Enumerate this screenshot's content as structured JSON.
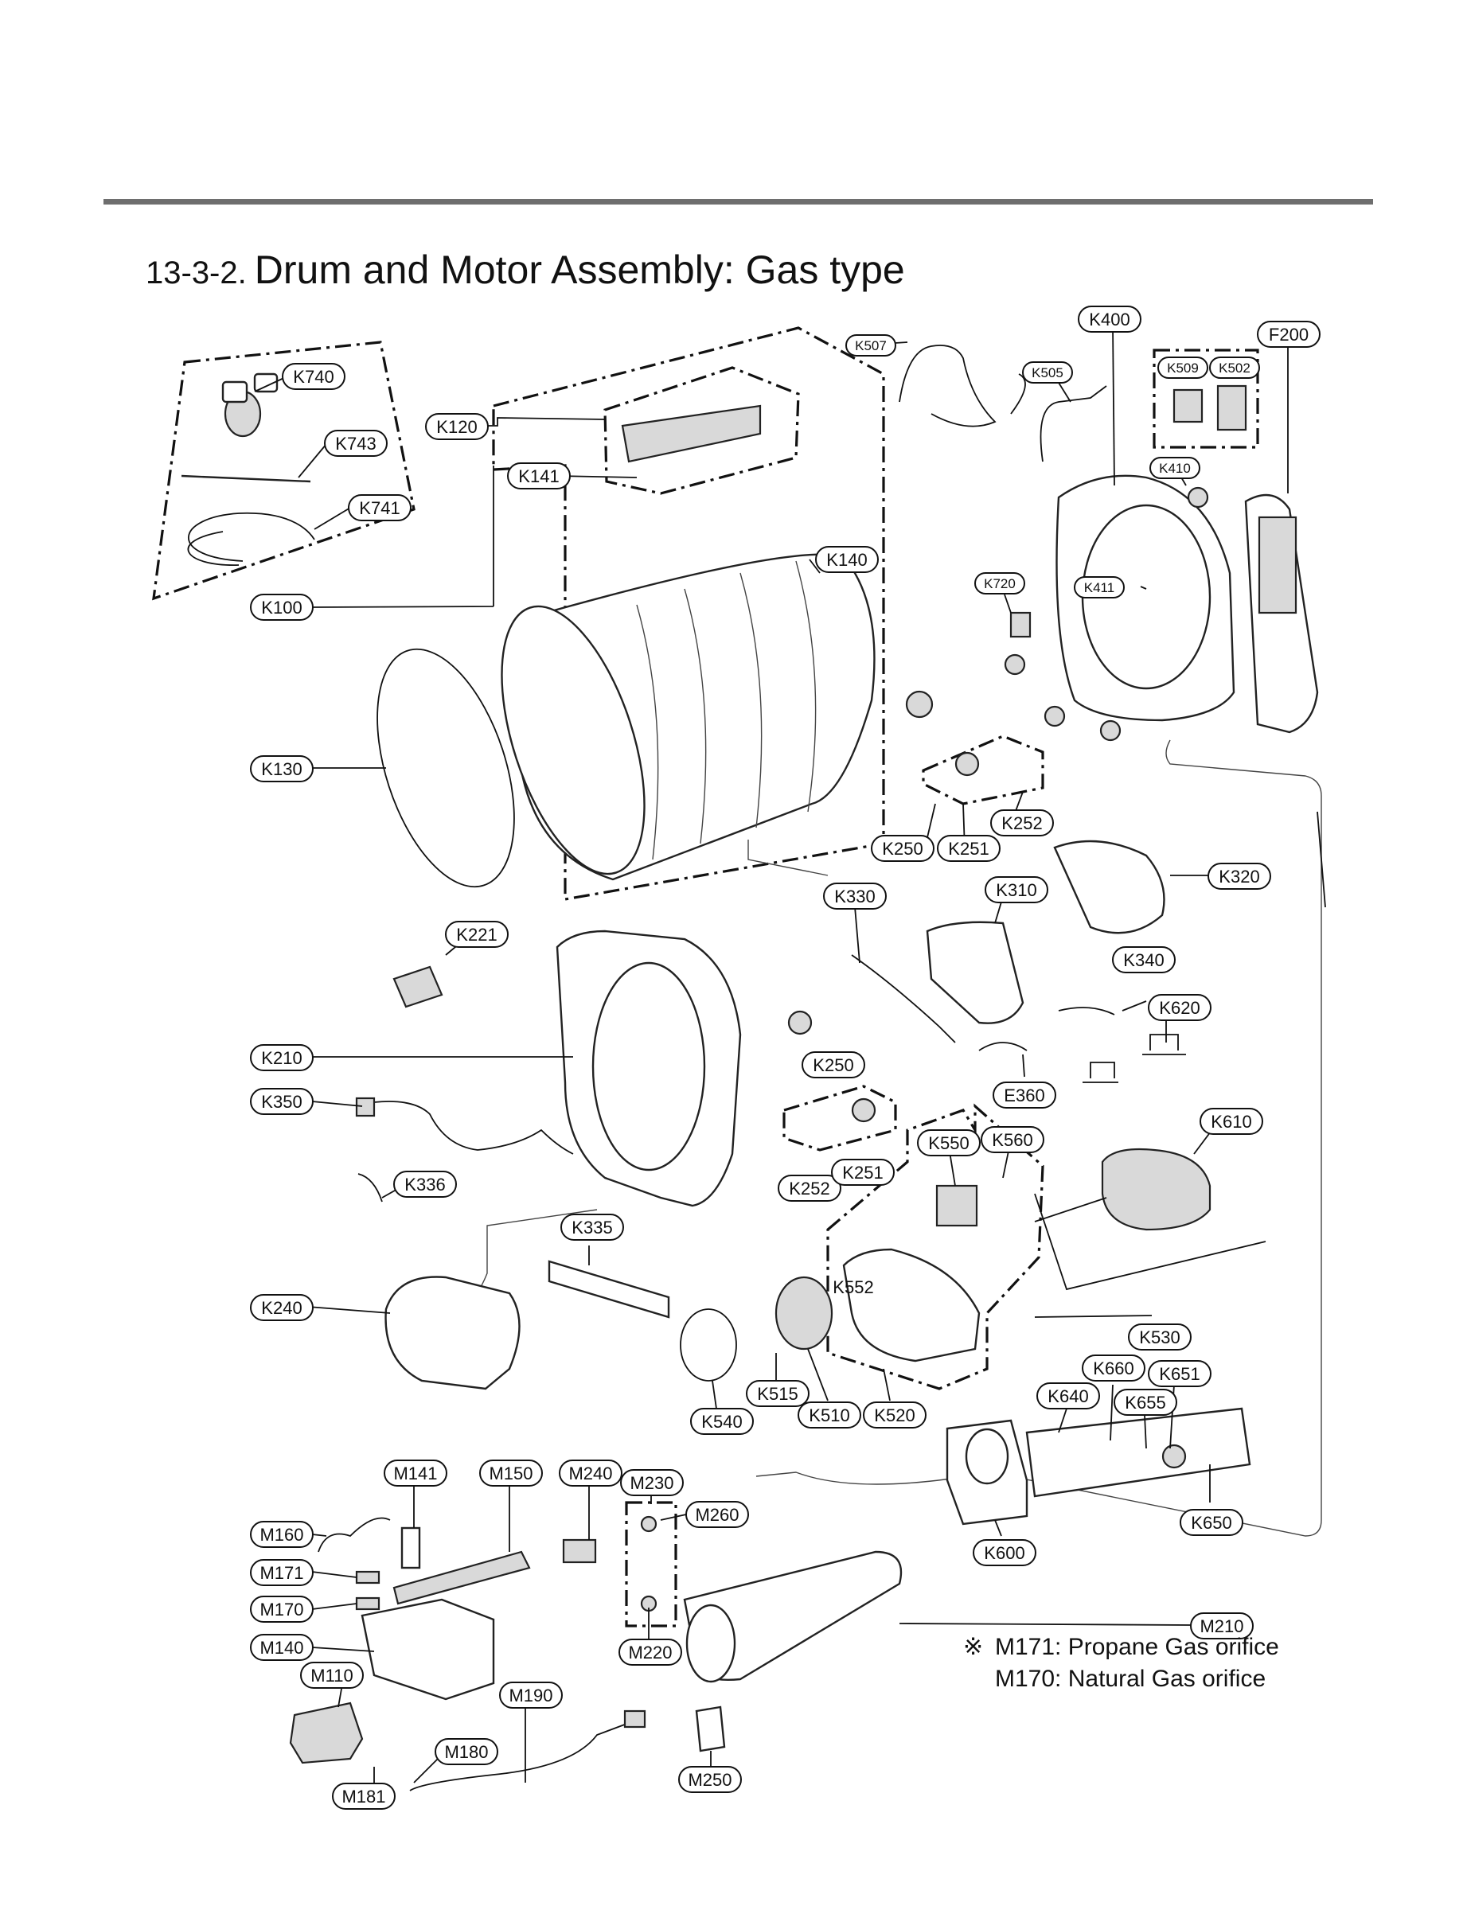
{
  "page": {
    "section_number": "13-3-2.",
    "title": "Drum and Motor Assembly: Gas type"
  },
  "parts": [
    "K740",
    "K743",
    "K741",
    "K100",
    "K120",
    "K141",
    "K140",
    "K130",
    "K507",
    "K505",
    "K400",
    "F200",
    "K509",
    "K502",
    "K410",
    "K411",
    "K720",
    "K250",
    "K251",
    "K252",
    "K320",
    "K330",
    "K310",
    "K340",
    "K221",
    "K620",
    "K210",
    "K350",
    "E360",
    "K610",
    "K550",
    "K560",
    "K336",
    "K240",
    "K335",
    "K530",
    "K515",
    "K540",
    "K510",
    "K520",
    "K640",
    "K660",
    "K651",
    "K655",
    "K650",
    "K600",
    "M141",
    "M150",
    "M240",
    "M230",
    "M160",
    "M260",
    "M171",
    "M170",
    "M140",
    "M110",
    "M190",
    "M180",
    "M181",
    "M250",
    "M220",
    "M210"
  ],
  "parts_dup": {
    "K250b": "K250",
    "K252b": "K252",
    "K251b": "K251",
    "K552": "K552"
  },
  "note": {
    "symbol": "※",
    "line1": "M171: Propane Gas orifice",
    "line2": "M170: Natural Gas orifice"
  }
}
